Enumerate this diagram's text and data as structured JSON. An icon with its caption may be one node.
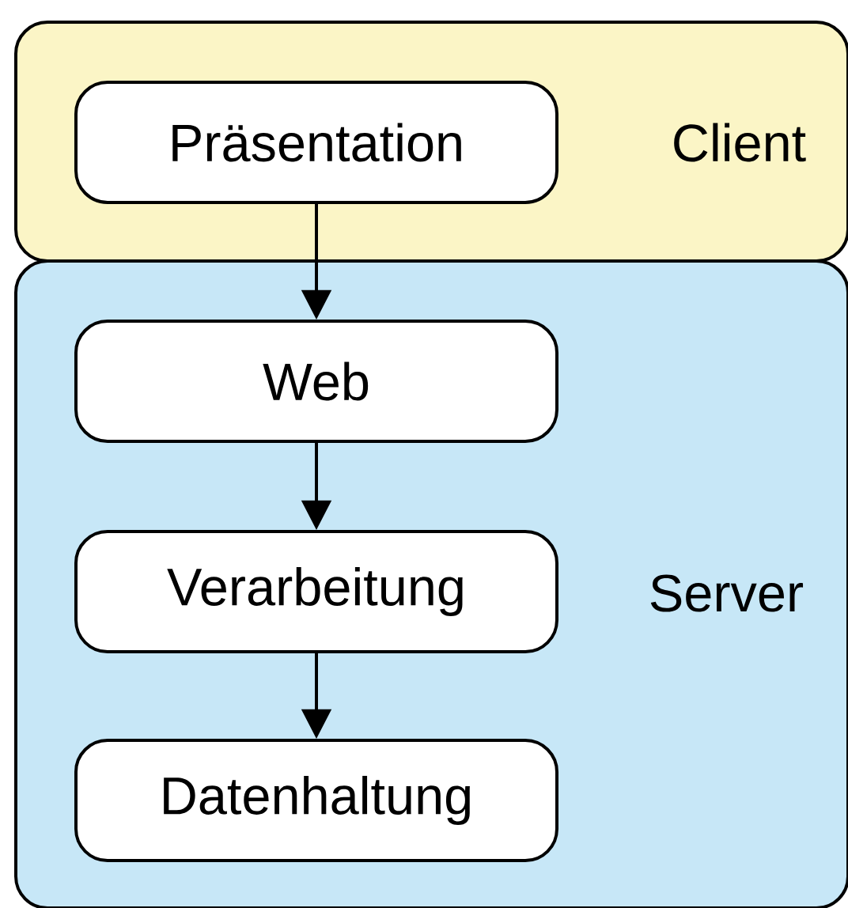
{
  "diagram": {
    "nodes": [
      {
        "text": [
          "Client"
        ]
      },
      {
        "text": [
          "Präsentation"
        ],
        "in": 0
      },
      {
        "text": [
          "Server"
        ]
      },
      {
        "text": [
          "Web"
        ],
        "in": 2
      },
      {
        "text": [
          "Verarbeitung"
        ],
        "in": 2
      },
      {
        "text": [
          "Datenhaltung"
        ],
        "in": 2
      }
    ],
    "edges": [
      {
        "from": 1,
        "to": 3,
        "arrow": "to"
      },
      {
        "from": 3,
        "to": 4,
        "arrow": "to"
      },
      {
        "from": 4,
        "to": 5,
        "arrow": "to"
      }
    ]
  }
}
